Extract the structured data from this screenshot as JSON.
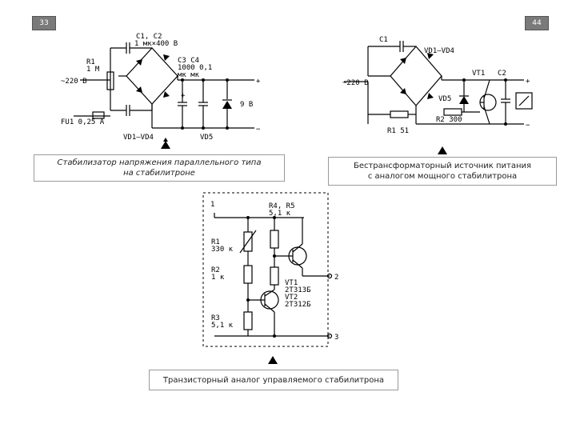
{
  "slide_numbers": {
    "left": "33",
    "right": "44"
  },
  "captions": {
    "circuit1": "Стабилизатор напряжения параллельного типа на стабилитроне",
    "circuit1_line1": "Стабилизатор напряжения параллельного типа",
    "circuit1_line2": "на стабилитроне",
    "circuit2_line1": "Бестрансформаторный источник питания",
    "circuit2_line2": "с аналогом мощного стабилитрона",
    "circuit3": "Транзисторный аналог управляемого стабилитрона"
  },
  "circuit1": {
    "c1c2": "C1, C2",
    "c1c2_val": "1 мк×400 В",
    "r1": "R1",
    "r1_val": "1 М",
    "mains": "~220 В",
    "c3c4": "C3   C4",
    "c3c4_val1": "1000 0,1",
    "c3c4_val2": "мк   мк",
    "out_v": "9 В",
    "fuse": "FU1 0,25 А",
    "bridge": "VD1–VD4",
    "zener": "VD5"
  },
  "circuit2": {
    "c1": "C1",
    "bridge": "VD1–VD4",
    "vt": "VT1",
    "c2": "C2",
    "mains": "~220 В",
    "zener": "VD5",
    "r2": "R2 300",
    "r1": "R1 51"
  },
  "circuit3": {
    "node1": "1",
    "node2": "2",
    "node3": "3",
    "r4r5": "R4, R5",
    "r4r5_val": "5,1 к",
    "r1": "R1",
    "r1_val": "330 к",
    "r2": "R2",
    "r2_val": "1 к",
    "vt1": "VT1",
    "vt1_type": "2Т313Б",
    "vt2": "VT2",
    "vt2_type": "2Т312Б",
    "r3": "R3",
    "r3_val": "5,1 к"
  }
}
